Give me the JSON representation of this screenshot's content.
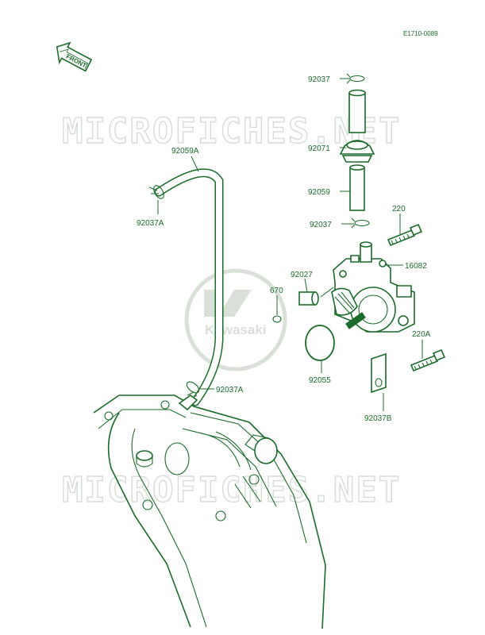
{
  "diagram_code": "E1710-0089",
  "front_label": "FRONT",
  "watermarks": [
    "MICROFICHES.NET",
    "MICROFICHES.NET"
  ],
  "logo_text": "Kawasaki",
  "parts": {
    "clamp_top": "92037",
    "cap": "92071",
    "hose_short": "92059",
    "clamp_mid": "92037",
    "bolt": "220",
    "pump": "16082",
    "collar": "92027",
    "oring_small": "670",
    "oring_large": "92055",
    "bolt_a": "220A",
    "bracket": "92037B",
    "hose_long": "92059A",
    "clamp_a_upper": "92037A",
    "clamp_a_lower": "92037A"
  },
  "colors": {
    "ink": "#1b6b2a",
    "watermark": "#d6ddd6"
  }
}
